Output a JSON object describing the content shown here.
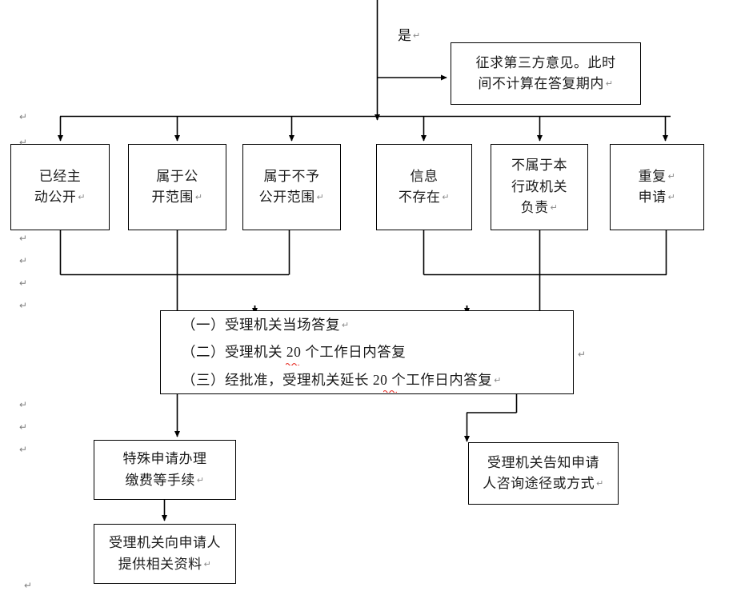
{
  "document": {
    "title": "政府信息公开申请处理流程图",
    "paragraph_mark": "↵",
    "ink_color": "#000000",
    "spellcheck_underline_color": "#e8352e"
  },
  "labels": {
    "yes_branch": "是"
  },
  "nodes": {
    "third_party": {
      "lines": [
        "征求第三方意见。此时",
        "间不计算在答复期内"
      ],
      "trailing_mark": true
    },
    "row_outcomes": [
      {
        "id": "already-public",
        "lines": [
          "已经主",
          "动公开"
        ],
        "trailing_mark": true
      },
      {
        "id": "within-public-scope",
        "lines": [
          "属于公",
          "开范围"
        ],
        "trailing_mark": true
      },
      {
        "id": "non-disclosure-scope",
        "lines": [
          "属于不予",
          "公开范围"
        ],
        "trailing_mark": true
      },
      {
        "id": "info-not-exist",
        "lines": [
          "信息",
          "不存在"
        ],
        "trailing_mark": true
      },
      {
        "id": "not-this-agency",
        "lines": [
          "不属于本",
          "行政机关",
          "负责"
        ],
        "trailing_mark": true
      },
      {
        "id": "duplicate-application",
        "lines": [
          "重复",
          "申请"
        ],
        "trailing_mark": true,
        "mark_each_line": true
      }
    ],
    "reply_options": {
      "items": [
        {
          "text": "（一）受理机关当场答复",
          "trailing_mark": true
        },
        {
          "text": "（二）受理机关 20 个工作日内答复",
          "trailing_mark": false
        },
        {
          "text": "（三）经批准，受理机关延长 20 个工作日内答复",
          "trailing_mark": true
        }
      ]
    },
    "special_fee": {
      "lines": [
        "特殊申请办理",
        "缴费等手续"
      ],
      "trailing_mark": true
    },
    "provide_materials": {
      "lines": [
        "受理机关向申请人",
        "提供相关资料"
      ],
      "trailing_mark": true
    },
    "inform_channel": {
      "lines": [
        "受理机关告知申请",
        "人咨询途径或方式"
      ],
      "trailing_mark": true
    }
  },
  "margin_marks": {
    "count": 9,
    "glyph": "↵"
  }
}
